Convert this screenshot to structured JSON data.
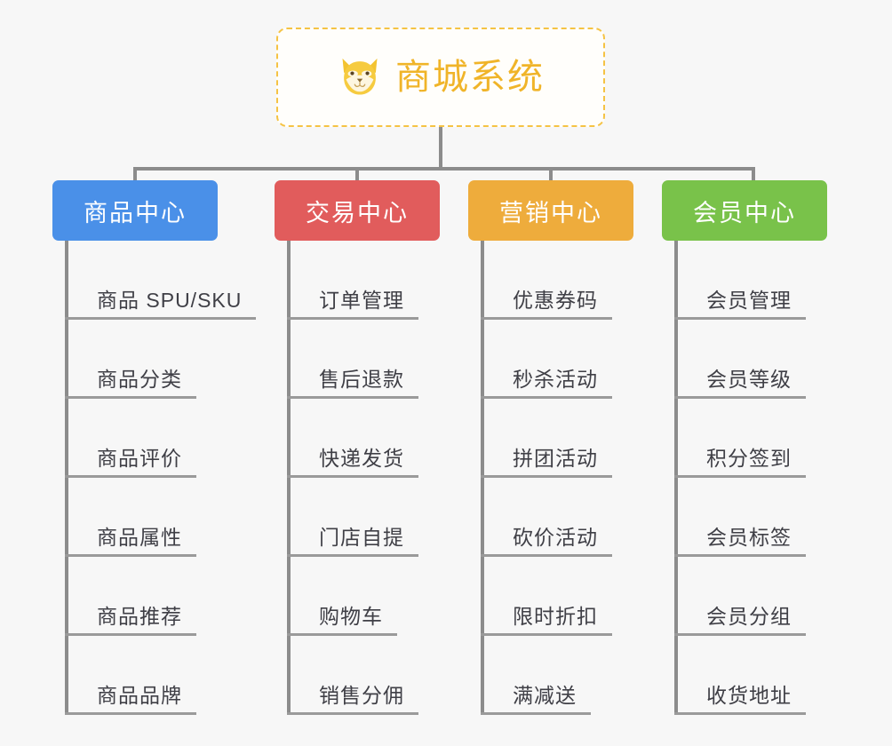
{
  "page": {
    "background_color": "#f7f7f7",
    "type": "org-chart"
  },
  "root": {
    "title": "商城系统",
    "icon": "shiba-dog-icon",
    "border_color": "#f5c344",
    "text_color": "#f0b429",
    "background_color": "#fffefb"
  },
  "connector_color": "#8c8c8c",
  "columns": [
    {
      "label": "商品中心",
      "color": "#4a90e8",
      "items": [
        "商品 SPU/SKU",
        "商品分类",
        "商品评价",
        "商品属性",
        "商品推荐",
        "商品品牌"
      ]
    },
    {
      "label": "交易中心",
      "color": "#e15c5c",
      "items": [
        "订单管理",
        "售后退款",
        "快递发货",
        "门店自提",
        "购物车",
        "销售分佣"
      ]
    },
    {
      "label": "营销中心",
      "color": "#eeac3c",
      "items": [
        "优惠券码",
        "秒杀活动",
        "拼团活动",
        "砍价活动",
        "限时折扣",
        "满减送"
      ]
    },
    {
      "label": "会员中心",
      "color": "#79c24a",
      "items": [
        "会员管理",
        "会员等级",
        "积分签到",
        "会员标签",
        "会员分组",
        "收货地址"
      ]
    }
  ]
}
